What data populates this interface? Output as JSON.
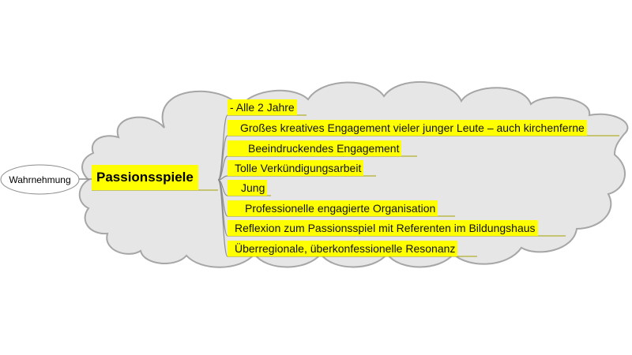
{
  "mindmap": {
    "root": {
      "label": "Wahrnehmung"
    },
    "main_topic": {
      "label": "Passionsspiele"
    },
    "items": [
      {
        "label": "- Alle 2 Jahre"
      },
      {
        "label": "Großes kreatives Engagement vieler junger Leute – auch kirchenferne"
      },
      {
        "label": "Beeindruckendes Engagement"
      },
      {
        "label": "Tolle Verkündigungsarbeit"
      },
      {
        "label": "Jung"
      },
      {
        "label": "Professionelle engagierte Organisation"
      },
      {
        "label": "Reflexion zum Passionsspiel mit Referenten im Bildungshaus"
      },
      {
        "label": "Überregionale, überkonfessionelle Resonanz"
      }
    ]
  },
  "colors": {
    "highlight": "#ffff00",
    "cloud_fill": "#e6e6e6",
    "cloud_stroke": "#a6a6a6",
    "connector": "#8c8c8c",
    "underline": "#a3a300"
  }
}
